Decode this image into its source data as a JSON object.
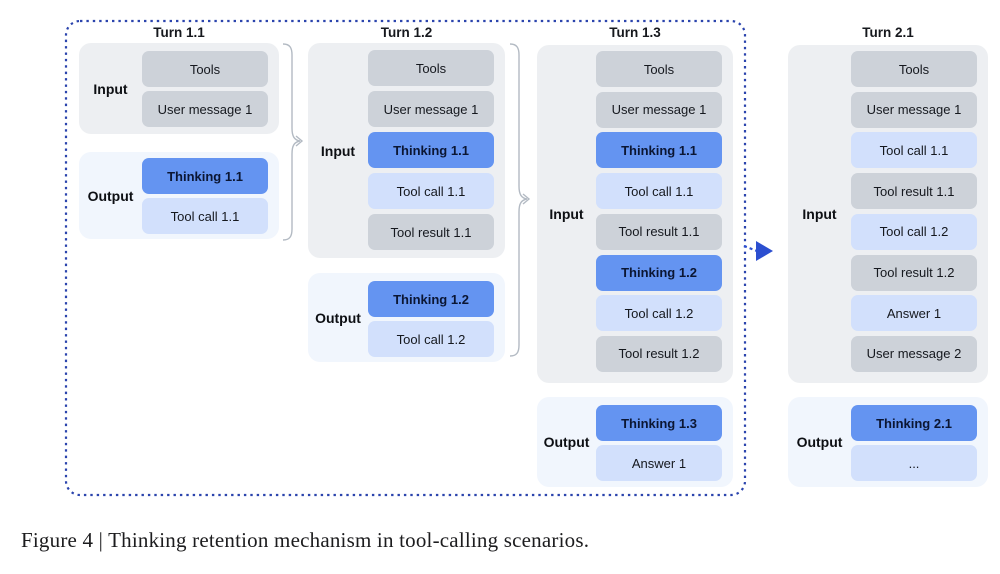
{
  "caption": "Figure 4 | Thinking retention mechanism in tool-calling scenarios.",
  "colors": {
    "input_group_bg": "#edeff2",
    "output_group_bg": "#f1f6fd",
    "box_gray": "#cdd2d9",
    "box_thinking": "#6494f1",
    "box_lightblue": "#d2e0fc",
    "box_text": "#15181e",
    "dashed_border_blue": "#2b44ad",
    "arrow_blue": "#2c4fd0",
    "brace_gray": "#b3bac3"
  },
  "columns": [
    {
      "title": "Turn 1.1",
      "input": {
        "label": "Input",
        "boxes": [
          {
            "text": "Tools",
            "type": "gray"
          },
          {
            "text": "User message 1",
            "type": "gray"
          }
        ]
      },
      "output": {
        "label": "Output",
        "boxes": [
          {
            "text": "Thinking 1.1",
            "type": "thinking"
          },
          {
            "text": "Tool call 1.1",
            "type": "lightblue"
          }
        ]
      }
    },
    {
      "title": "Turn 1.2",
      "input": {
        "label": "Input",
        "boxes": [
          {
            "text": "Tools",
            "type": "gray"
          },
          {
            "text": "User message 1",
            "type": "gray"
          },
          {
            "text": "Thinking 1.1",
            "type": "thinking"
          },
          {
            "text": "Tool call 1.1",
            "type": "lightblue"
          },
          {
            "text": "Tool result 1.1",
            "type": "gray"
          }
        ]
      },
      "output": {
        "label": "Output",
        "boxes": [
          {
            "text": "Thinking 1.2",
            "type": "thinking"
          },
          {
            "text": "Tool call 1.2",
            "type": "lightblue"
          }
        ]
      }
    },
    {
      "title": "Turn 1.3",
      "input": {
        "label": "Input",
        "boxes": [
          {
            "text": "Tools",
            "type": "gray"
          },
          {
            "text": "User message 1",
            "type": "gray"
          },
          {
            "text": "Thinking 1.1",
            "type": "thinking"
          },
          {
            "text": "Tool call 1.1",
            "type": "lightblue"
          },
          {
            "text": "Tool result 1.1",
            "type": "gray"
          },
          {
            "text": "Thinking 1.2",
            "type": "thinking"
          },
          {
            "text": "Tool call 1.2",
            "type": "lightblue"
          },
          {
            "text": "Tool result 1.2",
            "type": "gray"
          }
        ]
      },
      "output": {
        "label": "Output",
        "boxes": [
          {
            "text": "Thinking 1.3",
            "type": "thinking"
          },
          {
            "text": "Answer 1",
            "type": "lightblue"
          }
        ]
      }
    },
    {
      "title": "Turn 2.1",
      "input": {
        "label": "Input",
        "boxes": [
          {
            "text": "Tools",
            "type": "gray"
          },
          {
            "text": "User message 1",
            "type": "gray"
          },
          {
            "text": "Tool call 1.1",
            "type": "lightblue"
          },
          {
            "text": "Tool result 1.1",
            "type": "gray"
          },
          {
            "text": "Tool call 1.2",
            "type": "lightblue"
          },
          {
            "text": "Tool result 1.2",
            "type": "gray"
          },
          {
            "text": "Answer 1",
            "type": "lightblue"
          },
          {
            "text": "User message 2",
            "type": "gray"
          }
        ]
      },
      "output": {
        "label": "Output",
        "boxes": [
          {
            "text": "Thinking 2.1",
            "type": "thinking"
          },
          {
            "text": "...",
            "type": "lightblue"
          }
        ]
      }
    }
  ]
}
